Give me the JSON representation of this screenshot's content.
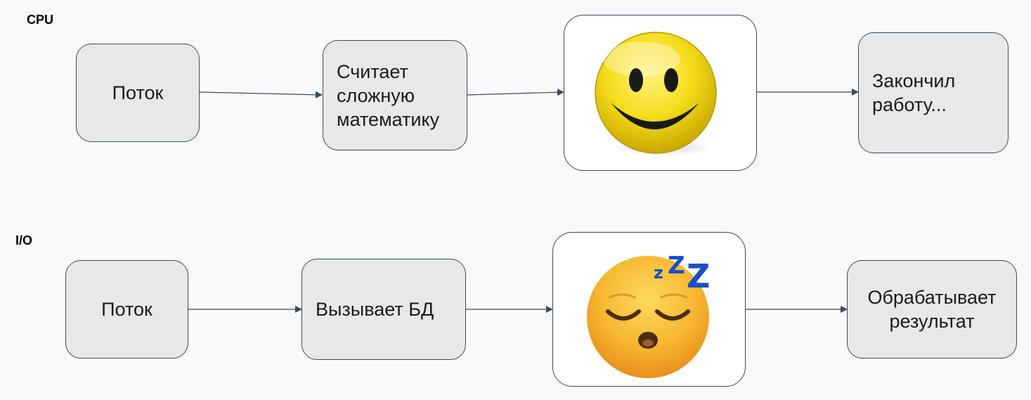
{
  "cpu_row": {
    "label": "CPU",
    "steps": [
      "Поток",
      "Считает\nсложную\nматематику",
      "Закончил\nработу..."
    ],
    "emoji_icon": "smiley-face-icon"
  },
  "io_row": {
    "label": "I/O",
    "steps": [
      "Поток",
      "Вызывает БД",
      "Обрабатывает\nрезультат"
    ],
    "emoji_icon": "sleeping-face-icon",
    "sleep_text": "z Z Z"
  },
  "colors": {
    "background": "#f8f9fa",
    "box_fill": "#e9e8e9",
    "box_border": "#3e4a5c",
    "arrow": "#3e4a5c",
    "smiley_yellow": "#f5dc1a",
    "sleep_z_blue": "#1a4fc8"
  }
}
